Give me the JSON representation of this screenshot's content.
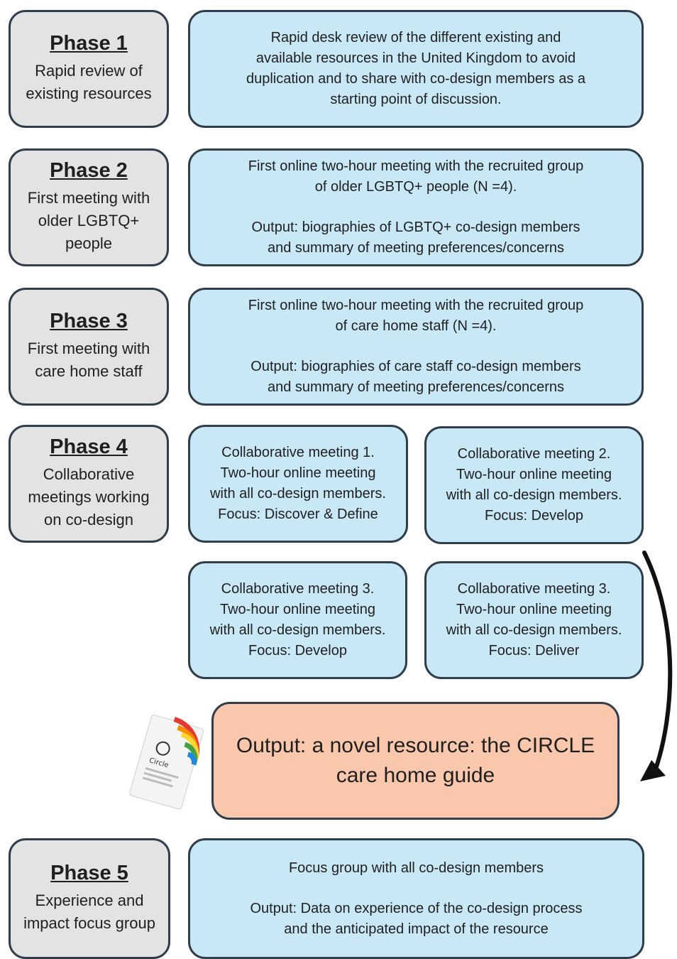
{
  "phases": [
    {
      "title": "Phase 1",
      "subtitle": "Rapid review of existing resources",
      "lines": [
        "Rapid desk review of the different existing and",
        "available resources in the United Kingdom to avoid",
        "duplication and to share with co-design members as a",
        "starting point of discussion."
      ]
    },
    {
      "title": "Phase 2",
      "subtitle": "First meeting with older LGBTQ+ people",
      "lines": [
        "First online two-hour meeting with the recruited group",
        "of older LGBTQ+ people (N =4).",
        "Output: biographies of LGBTQ+ co-design members",
        "and summary of meeting preferences/concerns"
      ]
    },
    {
      "title": "Phase 3",
      "subtitle": "First meeting with care home staff",
      "lines": [
        "First online two-hour meeting with the recruited group",
        "of care home staff (N =4).",
        "Output: biographies of care staff co-design members",
        "and summary of meeting preferences/concerns"
      ]
    },
    {
      "title": "Phase 4",
      "subtitle": "Collaborative meetings working on co-design"
    },
    {
      "title": "Phase 5",
      "subtitle": "Experience and impact focus group",
      "lines": [
        "Focus group with all co-design members",
        "Output: Data on experience of the co-design process",
        "and the anticipated impact of the resource"
      ]
    }
  ],
  "meetings": [
    {
      "lines": [
        "Collaborative meeting 1.",
        "Two-hour online meeting",
        "with all co-design members.",
        "Focus: Discover & Define"
      ]
    },
    {
      "lines": [
        "Collaborative meeting 2.",
        "Two-hour online meeting",
        "with all co-design members.",
        "Focus: Develop"
      ]
    },
    {
      "lines": [
        "Collaborative meeting 3.",
        "Two-hour online meeting",
        "with all co-design members.",
        "Focus: Develop"
      ]
    },
    {
      "lines": [
        "Collaborative meeting 3.",
        "Two-hour online meeting",
        "with all co-design members.",
        "Focus: Deliver"
      ]
    }
  ],
  "output": {
    "text": "Output: a novel resource: the CIRCLE care home guide",
    "logo": "Circle"
  },
  "colors": {
    "phase_fill": "#e3e3e3",
    "description_fill": "#c9e8f6",
    "output_fill": "#f9c7ab",
    "border": "#2f3d4c"
  }
}
